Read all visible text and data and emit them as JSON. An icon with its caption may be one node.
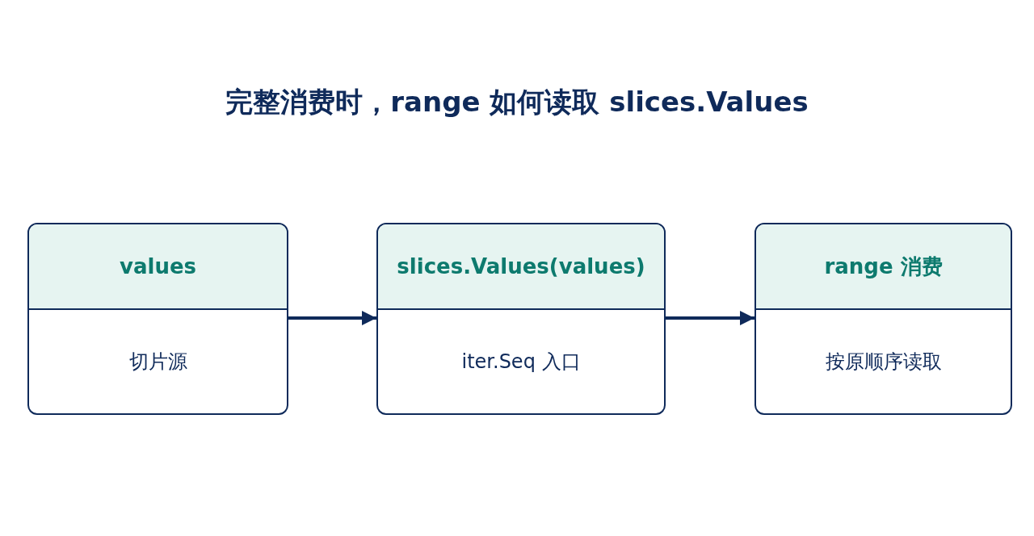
{
  "diagram": {
    "title": "完整消费时，range 如何读取 slices.Values",
    "nodes": [
      {
        "text": [
          "values",
          "切片源"
        ]
      },
      {
        "text": [
          "slices.Values(values)",
          "iter.Seq 入口"
        ]
      },
      {
        "text": [
          "range 消费",
          "按原顺序读取"
        ]
      }
    ],
    "edges": [
      {
        "from": 0,
        "to": 1,
        "arrow": "to"
      },
      {
        "from": 1,
        "to": 2,
        "arrow": "to"
      }
    ]
  }
}
